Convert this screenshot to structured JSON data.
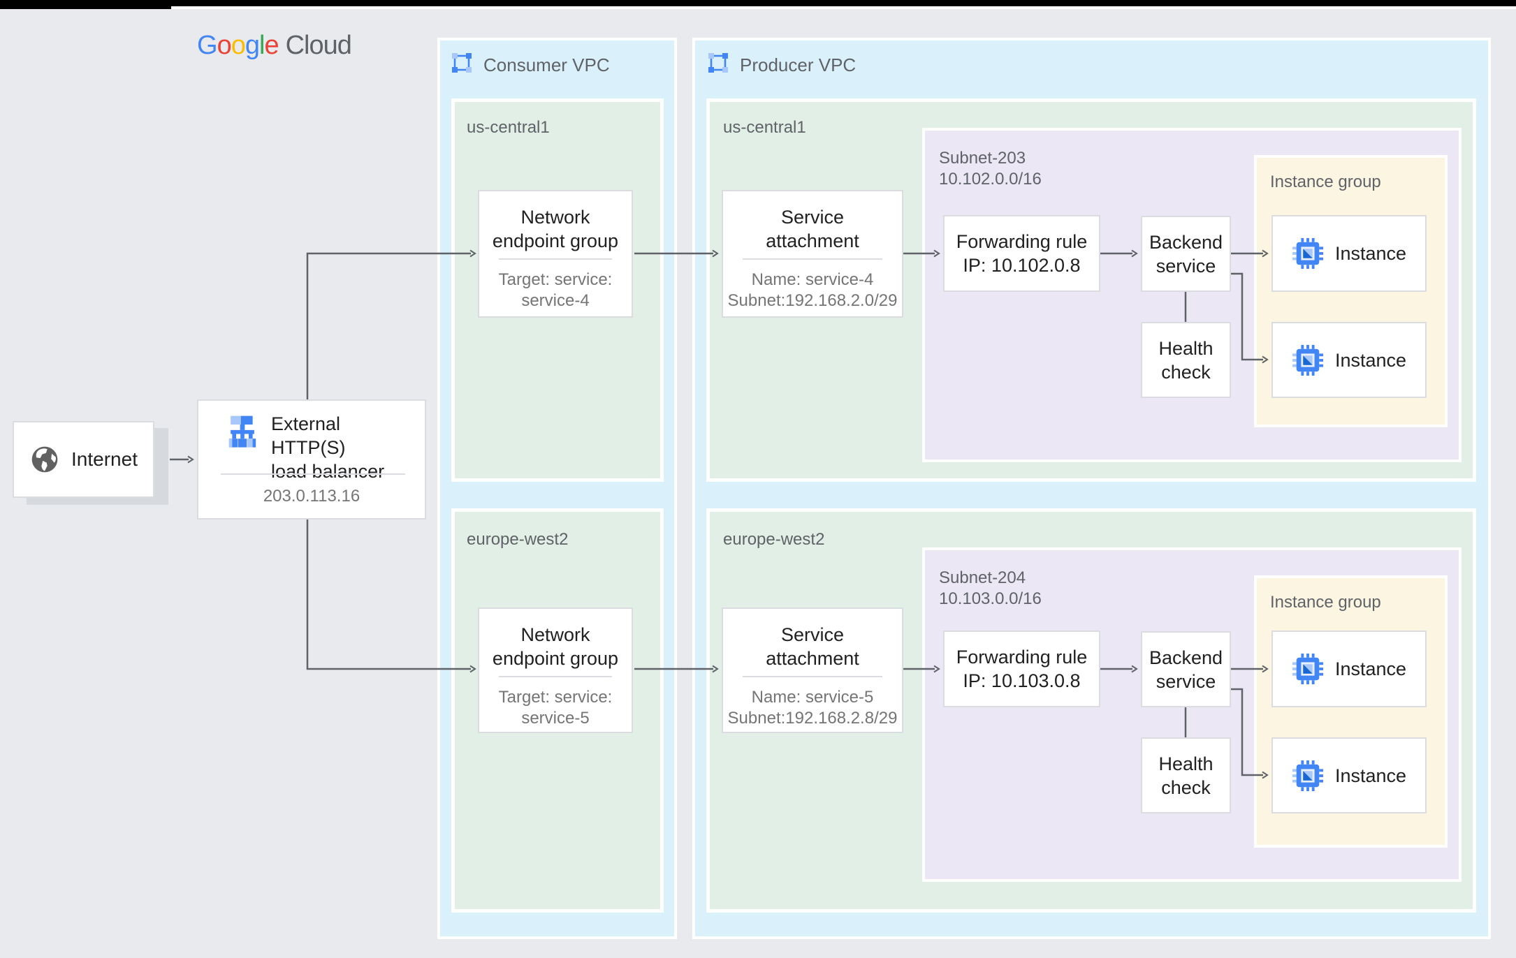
{
  "brand": {
    "letters": [
      {
        "ch": "G",
        "color": "#4285F4"
      },
      {
        "ch": "o",
        "color": "#EA4335"
      },
      {
        "ch": "o",
        "color": "#FBBC04"
      },
      {
        "ch": "g",
        "color": "#4285F4"
      },
      {
        "ch": "l",
        "color": "#34A853"
      },
      {
        "ch": "e",
        "color": "#EA4335"
      }
    ],
    "suffix": "Cloud"
  },
  "internet": {
    "label": "Internet"
  },
  "load_balancer": {
    "title": "External HTTP(S)\nload balancer",
    "ip": "203.0.113.16"
  },
  "consumer_vpc": {
    "label": "Consumer VPC",
    "regions": [
      {
        "name": "us-central1",
        "neg": {
          "title": "Network\nendpoint group",
          "target": "Target: service:\nservice-4"
        }
      },
      {
        "name": "europe-west2",
        "neg": {
          "title": "Network\nendpoint group",
          "target": "Target: service:\nservice-5"
        }
      }
    ]
  },
  "producer_vpc": {
    "label": "Producer VPC",
    "regions": [
      {
        "name": "us-central1",
        "service_attachment": {
          "title": "Service\nattachment",
          "details": "Name: service-4\nSubnet:192.168.2.0/29"
        },
        "subnet": {
          "label": "Subnet-203\n10.102.0.0/16",
          "forwarding_rule": "Forwarding rule\nIP: 10.102.0.8",
          "backend_service": "Backend\nservice",
          "health_check": "Health\ncheck",
          "instance_group": {
            "label": "Instance group",
            "instances": [
              "Instance",
              "Instance"
            ]
          }
        }
      },
      {
        "name": "europe-west2",
        "service_attachment": {
          "title": "Service\nattachment",
          "details": "Name: service-5\nSubnet:192.168.2.8/29"
        },
        "subnet": {
          "label": "Subnet-204\n10.103.0.0/16",
          "forwarding_rule": "Forwarding rule\nIP: 10.103.0.8",
          "backend_service": "Backend\nservice",
          "health_check": "Health\ncheck",
          "instance_group": {
            "label": "Instance group",
            "instances": [
              "Instance",
              "Instance"
            ]
          }
        }
      }
    ]
  },
  "colors": {
    "page_bg": "#E8EAED",
    "vpc_panel": "#DAF0FB",
    "region": "#E2EFE6",
    "subnet": "#ECE7F5",
    "instance_group": "#FCF5E1",
    "box_border": "#DADCE0",
    "connector": "#5F6368",
    "accent_blue": "#4285F4",
    "accent_blue_light": "#A8C7FA"
  }
}
